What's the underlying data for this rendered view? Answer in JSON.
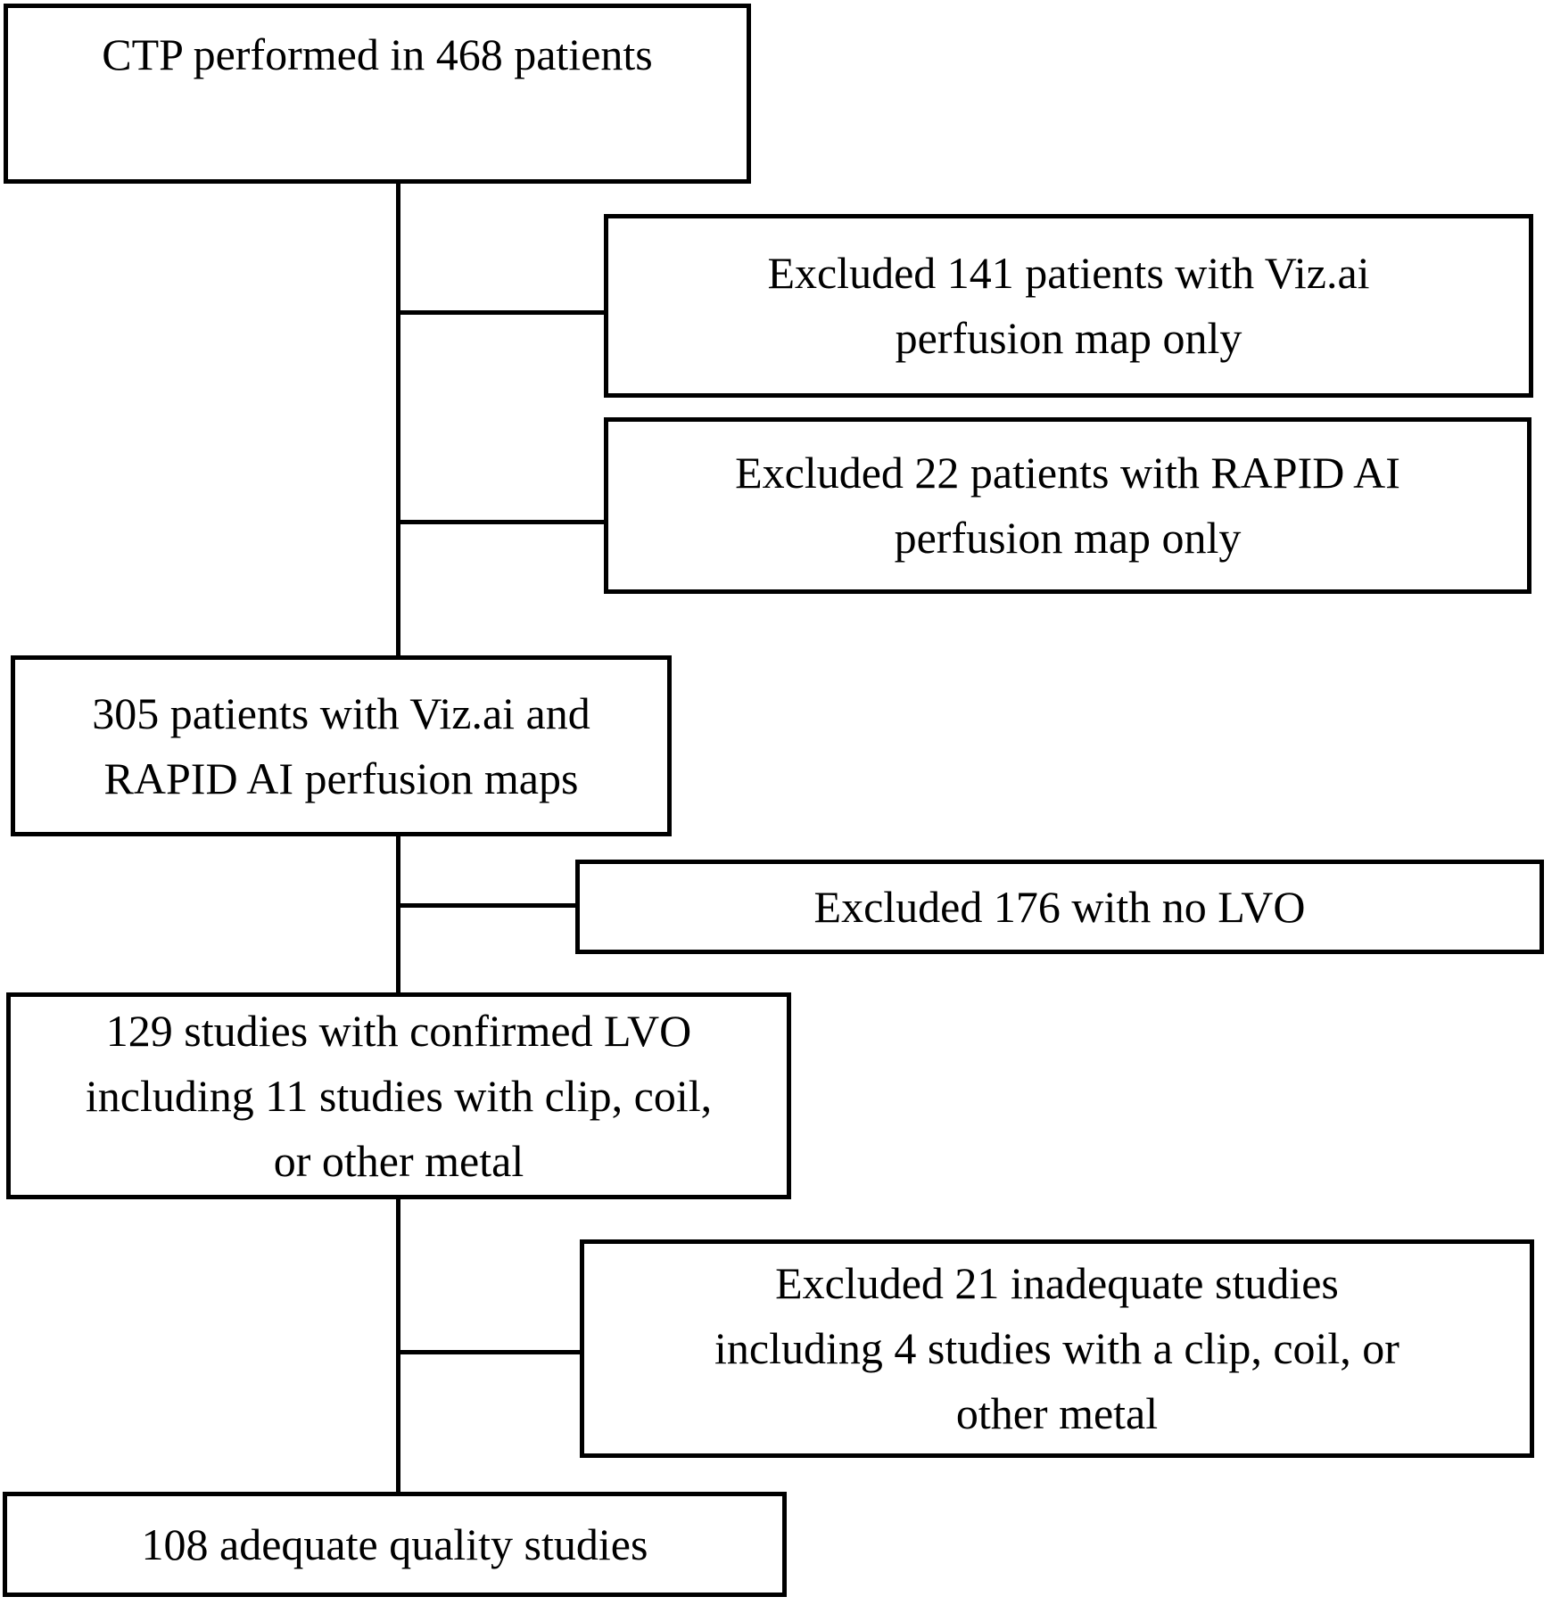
{
  "flowchart": {
    "colors": {
      "line": "#000000",
      "box_background": "#ffffff",
      "text": "#000000",
      "page_background": "#ffffff"
    },
    "nodes": {
      "ctp": {
        "lines": [
          "CTP performed in 468 patients"
        ]
      },
      "excluded_viz": {
        "lines": [
          "Excluded 141 patients with Viz.ai",
          "perfusion map only"
        ]
      },
      "excluded_rapid": {
        "lines": [
          "Excluded 22 patients with RAPID AI",
          "perfusion map only"
        ]
      },
      "both_maps": {
        "lines": [
          "305 patients with Viz.ai and",
          "RAPID AI perfusion maps"
        ]
      },
      "excluded_no_lvo": {
        "lines": [
          "Excluded 176 with no LVO"
        ]
      },
      "confirmed_lvo": {
        "lines": [
          "129 studies with confirmed LVO",
          "including 11 studies with clip, coil,",
          "or other metal"
        ]
      },
      "excluded_inadequate": {
        "lines": [
          "Excluded 21 inadequate studies",
          "including 4 studies with a clip, coil, or",
          "other metal"
        ]
      },
      "adequate": {
        "lines": [
          "108 adequate quality studies"
        ]
      }
    },
    "edges": [
      {
        "from": "ctp",
        "to": "both_maps"
      },
      {
        "from": "ctp",
        "to": "excluded_viz",
        "type": "branch"
      },
      {
        "from": "ctp",
        "to": "excluded_rapid",
        "type": "branch"
      },
      {
        "from": "both_maps",
        "to": "confirmed_lvo"
      },
      {
        "from": "both_maps",
        "to": "excluded_no_lvo",
        "type": "branch"
      },
      {
        "from": "confirmed_lvo",
        "to": "adequate"
      },
      {
        "from": "confirmed_lvo",
        "to": "excluded_inadequate",
        "type": "branch"
      }
    ]
  }
}
